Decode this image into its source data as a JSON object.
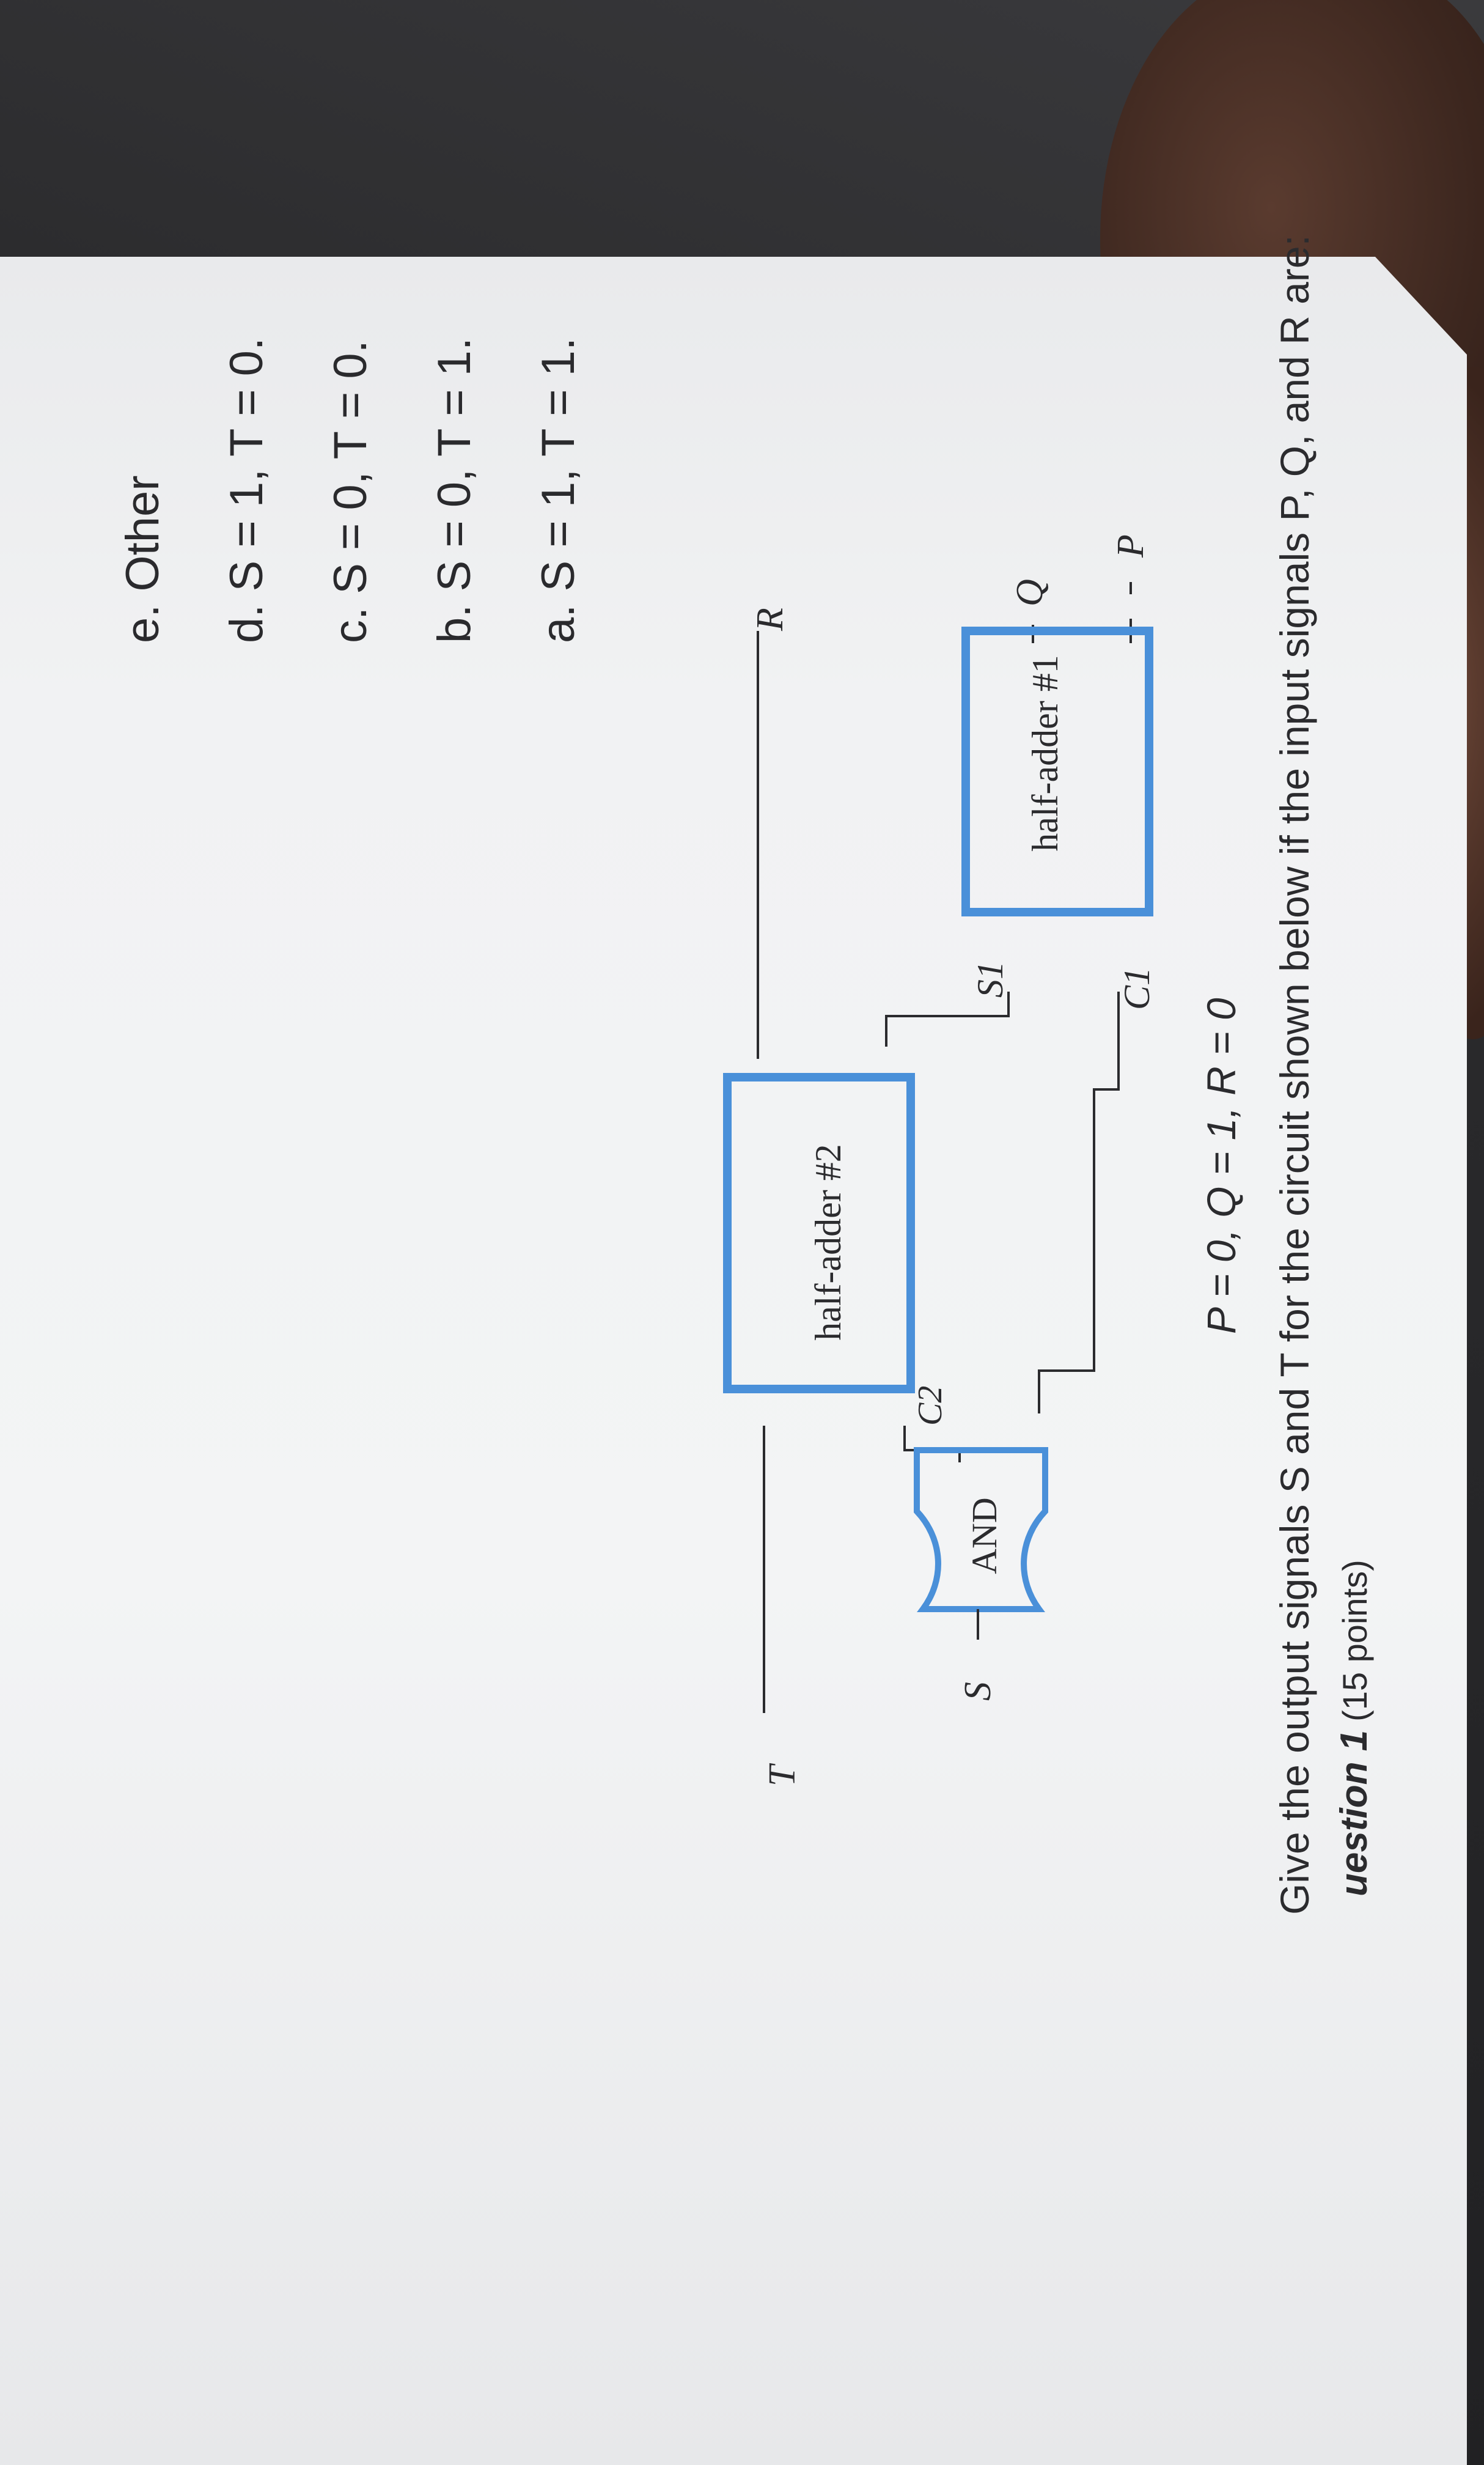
{
  "question": {
    "title": "uestion 1",
    "points": "(15 points)",
    "prompt": "Give the output signals S and T for the circuit shown below if the input signals P, Q, and R are:",
    "inputs_line": "P = 0, Q = 1, R = 0"
  },
  "diagram": {
    "inputs": [
      "P",
      "Q",
      "R"
    ],
    "half_adder_1": "half-adder #1",
    "half_adder_2": "half-adder #2",
    "gate": "AND",
    "c1": "C1",
    "s1": "S1",
    "c2": "C2",
    "out_s": "S",
    "out_t": "T"
  },
  "choices": [
    {
      "letter": "a.",
      "text": "S = 1, T = 1."
    },
    {
      "letter": "b.",
      "text": "S = 0, T = 1."
    },
    {
      "letter": "c.",
      "text": "S = 0, T = 0."
    },
    {
      "letter": "d.",
      "text": "S = 1, T = 0."
    },
    {
      "letter": "e.",
      "text": "Other"
    }
  ],
  "colors": {
    "box_stroke": "#4a90d9",
    "ink": "#2b2b2e"
  }
}
